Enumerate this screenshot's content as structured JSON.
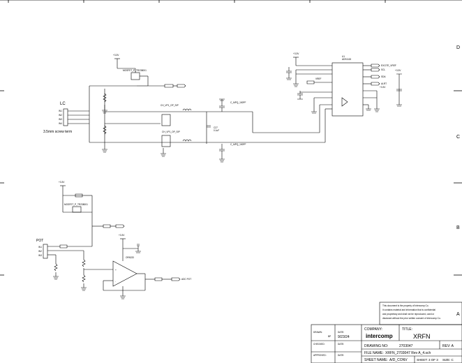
{
  "zones_right": [
    "D",
    "C",
    "B",
    "A"
  ],
  "connector_lc": {
    "name": "LC",
    "caption": "3.5mm screw term",
    "pins": [
      "IN1",
      "IN2",
      "IN3",
      "IN4"
    ]
  },
  "connector_pot": {
    "name": "POT",
    "pins": [
      "IN1",
      "IN2",
      "IN3"
    ]
  },
  "power": {
    "rail_3v3": "+3.3V"
  },
  "components": {
    "q_top": "MOSFET_P_TR238001",
    "q_bottom": "MOSFET_P_TR238001",
    "adc": "ADS1115",
    "opamp": "OPA333",
    "c_top": "C_MPQ_100PF",
    "c_bottom": "C_MPQ_100PF",
    "c_mid": "C27",
    "c_mid_val": "0.1uF",
    "u_label": "U1"
  },
  "signals": {
    "ch_top": "CH_VP1_OP_SIP",
    "ch_bottom": "CH_VP1_OP_SIP",
    "adc_pot": "ADC POT",
    "vref": "VREF",
    "excite": "EXCITE_VREF",
    "scl": "SCL",
    "sda": "SDA",
    "alrt": "ALRT"
  },
  "title_block": {
    "notice_lines": [
      "This document is the property of Intercomp Co.",
      "It contains material and information that is confidential",
      "and proprietary and shall not be reproduced, used or",
      "disclosed without the prior written consent of Intercomp Co."
    ],
    "drawn_label": "DRAWN:",
    "drawn_by": "BP",
    "date_label": "DATE:",
    "drawn_date": "9/23/24",
    "checked_label": "CHECKED:",
    "approved_label": "APPROVED:",
    "company_label": "COMPANY:",
    "company": "intercomp",
    "title_label": "TITLE:",
    "title": "XRFN",
    "drawing_no_label": "DRAWING NO:",
    "drawing_no": "2703047",
    "rev": "REV: A",
    "file_name_label": "FILE NAME:",
    "file_name": "XRFN_2703047 Rev A_4.sch",
    "sheet_name_label": "SHEET NAME:",
    "sheet_name": "A/D_CONV",
    "sheet": "SHEET: 3 OF 3",
    "size": "SIZE: C"
  }
}
